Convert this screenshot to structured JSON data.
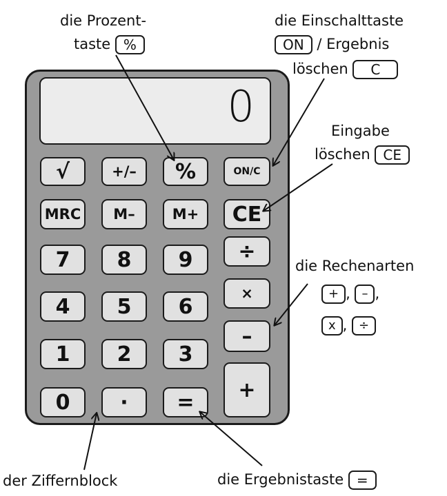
{
  "display": {
    "value": "0"
  },
  "keys": {
    "sqrt": "√",
    "plus_minus": "+/–",
    "percent": "%",
    "on_c": "ON/C",
    "mrc": "MRC",
    "m_minus": "M–",
    "m_plus": "M+",
    "ce": "CE",
    "seven": "7",
    "eight": "8",
    "nine": "9",
    "divide": "÷",
    "four": "4",
    "five": "5",
    "six": "6",
    "multiply": "×",
    "one": "1",
    "two": "2",
    "three": "3",
    "minus": "–",
    "zero": "0",
    "dot": "·",
    "equals": "=",
    "plus": "+"
  },
  "labels": {
    "percent_line1": "die Prozent-",
    "percent_line2": "taste",
    "percent_pill": "%",
    "on_line1": "die Einschalttaste",
    "on_pill": "ON",
    "on_line2_rest": "/ Ergebnis",
    "on_line3": "löschen",
    "on_pill_c": "C",
    "ce_line1": "Eingabe",
    "ce_line2": "löschen",
    "ce_pill": "CE",
    "ops_title": "die Rechenarten",
    "ops_pill_plus": "+",
    "ops_pill_minus": "–",
    "ops_pill_times": "x",
    "ops_pill_div": "÷",
    "ops_sep": ",",
    "ops_end": ",",
    "digits": "der Ziffernblock",
    "result": "die Ergebnistaste",
    "result_pill": "="
  }
}
